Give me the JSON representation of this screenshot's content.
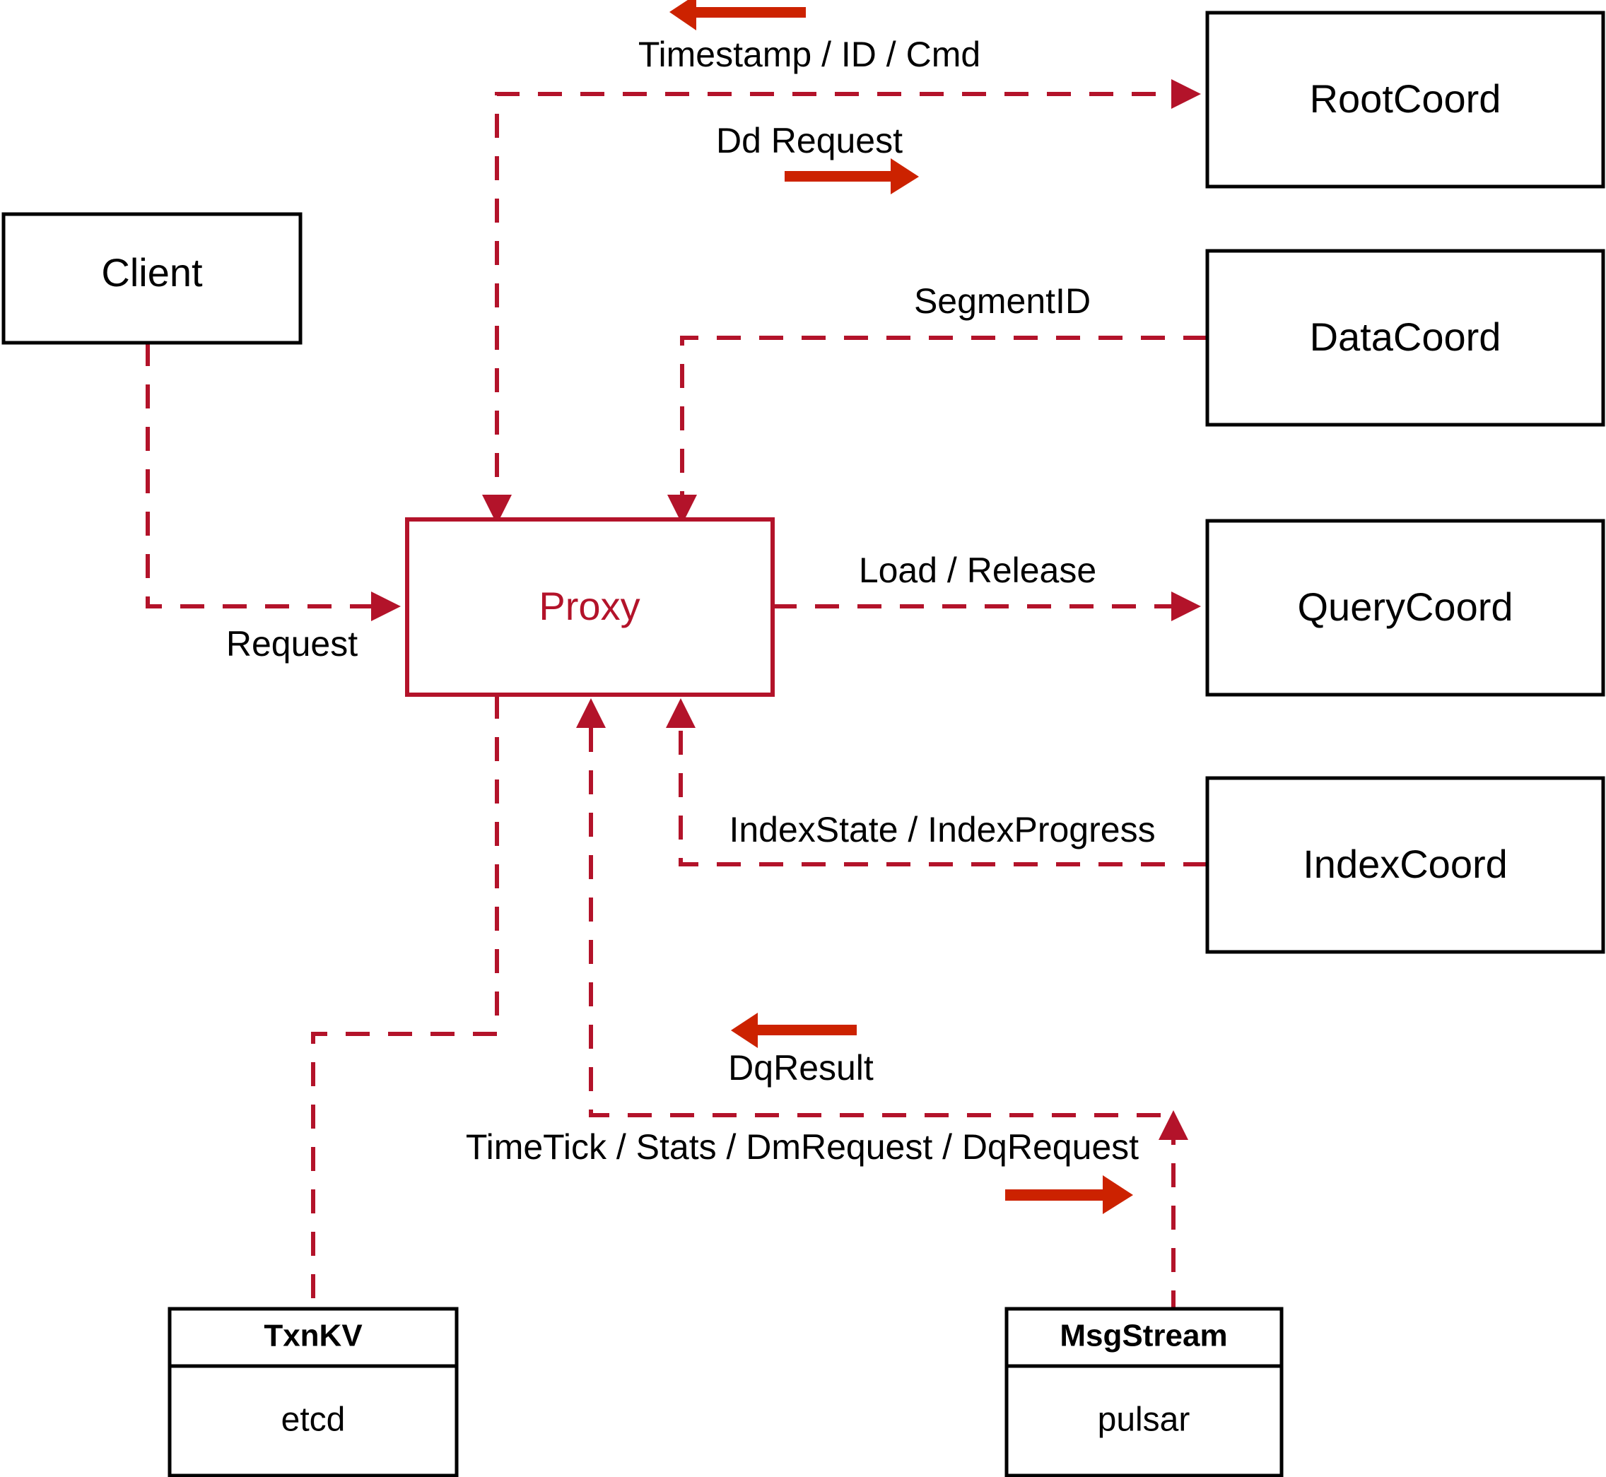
{
  "diagram": {
    "title": "Milvus Proxy component interaction diagram",
    "colors": {
      "accent_red": "#b3132a",
      "flow_arrow_red": "#cc2200",
      "node_stroke": "#000000",
      "background": "#ffffff"
    },
    "nodes": {
      "client": {
        "label": "Client"
      },
      "proxy": {
        "label": "Proxy"
      },
      "rootcoord": {
        "label": "RootCoord"
      },
      "datacoord": {
        "label": "DataCoord"
      },
      "querycoord": {
        "label": "QueryCoord"
      },
      "indexcoord": {
        "label": "IndexCoord"
      },
      "txnkv": {
        "label": "TxnKV",
        "impl": "etcd"
      },
      "msgstream": {
        "label": "MsgStream",
        "impl": "pulsar"
      }
    },
    "edge_labels": {
      "timestamp_id_cmd": "Timestamp / ID / Cmd",
      "dd_request": "Dd Request",
      "segment_id": "SegmentID",
      "request": "Request",
      "load_release": "Load / Release",
      "index_state_progress": "IndexState / IndexProgress",
      "dq_result": "DqResult",
      "timetick_stats": "TimeTick / Stats / DmRequest / DqRequest"
    },
    "flow_arrows": [
      {
        "name": "timestamp-flow-arrow",
        "direction": "left"
      },
      {
        "name": "dd-request-flow-arrow",
        "direction": "right"
      },
      {
        "name": "dq-result-flow-arrow",
        "direction": "left"
      },
      {
        "name": "timetick-flow-arrow",
        "direction": "right"
      }
    ]
  }
}
